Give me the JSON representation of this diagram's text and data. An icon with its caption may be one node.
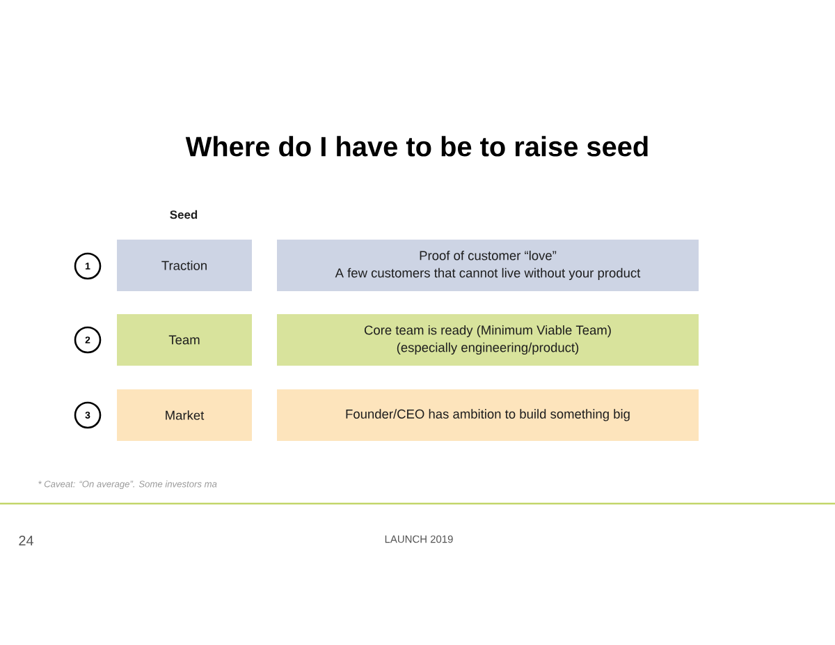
{
  "diagram": {
    "title": "Where do I have to be to raise seed",
    "nodes": [
      {
        "text": [
          "1"
        ]
      },
      {
        "text": [
          "Traction"
        ]
      },
      {
        "text": [
          "Proof of customer “love”",
          "A few customers that cannot live without your product"
        ]
      },
      {
        "text": [
          "2"
        ]
      },
      {
        "text": [
          "Team"
        ]
      },
      {
        "text": [
          "Core team is ready (Minimum Viable Team)",
          "(especially engineering/product)"
        ]
      },
      {
        "text": [
          "3"
        ]
      },
      {
        "text": [
          "Market"
        ]
      },
      {
        "text": [
          "Founder/CEO has ambition to build something big"
        ]
      }
    ],
    "labels": [
      "Seed",
      "* Caveat: “On average”. Some investors ma",
      "24",
      "LAUNCH 2019"
    ]
  }
}
